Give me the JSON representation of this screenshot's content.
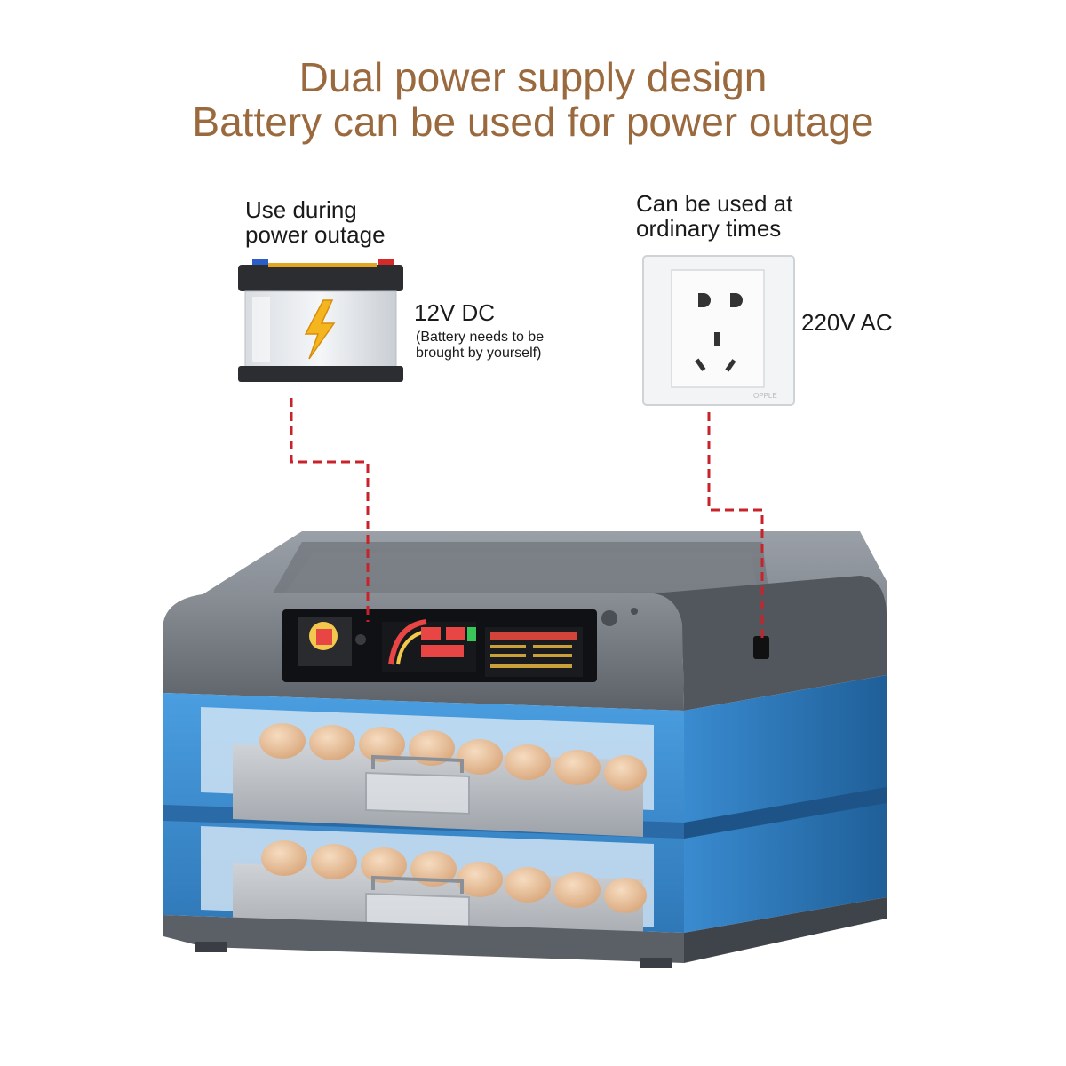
{
  "headline": {
    "line1": "Dual power supply design",
    "line2": "Battery can be used for power outage"
  },
  "battery": {
    "caption_line1": "Use during",
    "caption_line2": "power outage",
    "voltage": "12V DC",
    "note_line1": "(Battery needs to be",
    "note_line2": "brought by yourself)"
  },
  "outlet": {
    "caption_line1": "Can be used at",
    "caption_line2": "ordinary times",
    "voltage": "220V AC",
    "brand": "OPPLE"
  },
  "colors": {
    "headline": "#9a6a3e",
    "connector": "#c8232a",
    "body_blue": "#3d8fd1",
    "housing_gray": "#6b7078"
  },
  "icons": {
    "battery": "battery-icon",
    "lightning": "lightning-bolt-icon",
    "outlet": "wall-outlet-icon"
  }
}
